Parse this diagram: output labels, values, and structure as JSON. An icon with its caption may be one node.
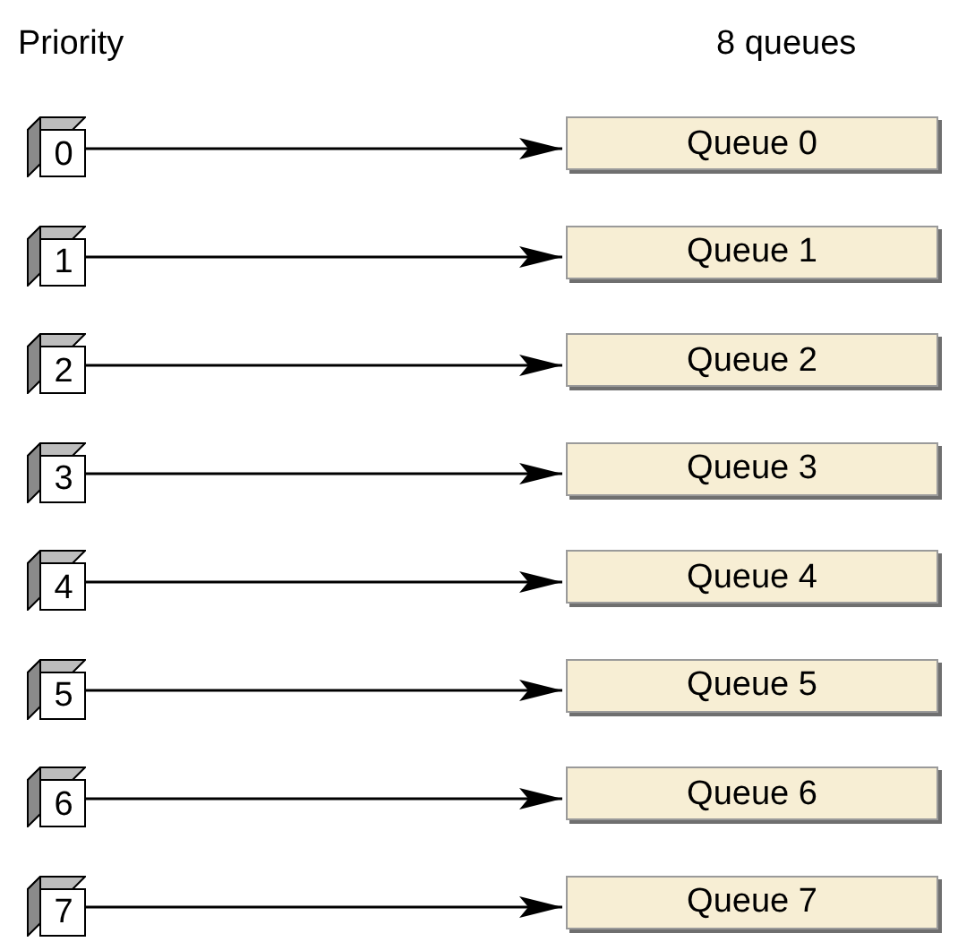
{
  "diagram": {
    "nodes": [
      {
        "text": [
          "0"
        ]
      },
      {
        "text": [
          "1"
        ]
      },
      {
        "text": [
          "2"
        ]
      },
      {
        "text": [
          "3"
        ]
      },
      {
        "text": [
          "4"
        ]
      },
      {
        "text": [
          "5"
        ]
      },
      {
        "text": [
          "6"
        ]
      },
      {
        "text": [
          "7"
        ]
      },
      {
        "text": [
          "Queue 0"
        ]
      },
      {
        "text": [
          "Queue 1"
        ]
      },
      {
        "text": [
          "Queue 2"
        ]
      },
      {
        "text": [
          "Queue 3"
        ]
      },
      {
        "text": [
          "Queue 4"
        ]
      },
      {
        "text": [
          "Queue 5"
        ]
      },
      {
        "text": [
          "Queue 6"
        ]
      },
      {
        "text": [
          "Queue 7"
        ]
      }
    ],
    "edges": [
      {
        "from": 0,
        "to": 8,
        "arrow": "to"
      },
      {
        "from": 1,
        "to": 9,
        "arrow": "to"
      },
      {
        "from": 2,
        "to": 10,
        "arrow": "to"
      },
      {
        "from": 3,
        "to": 11,
        "arrow": "to"
      },
      {
        "from": 4,
        "to": 12,
        "arrow": "to"
      },
      {
        "from": 5,
        "to": 13,
        "arrow": "to"
      },
      {
        "from": 6,
        "to": 14,
        "arrow": "to"
      },
      {
        "from": 7,
        "to": 15,
        "arrow": "to"
      }
    ],
    "labels": [
      "Priority",
      "8 queues"
    ]
  }
}
